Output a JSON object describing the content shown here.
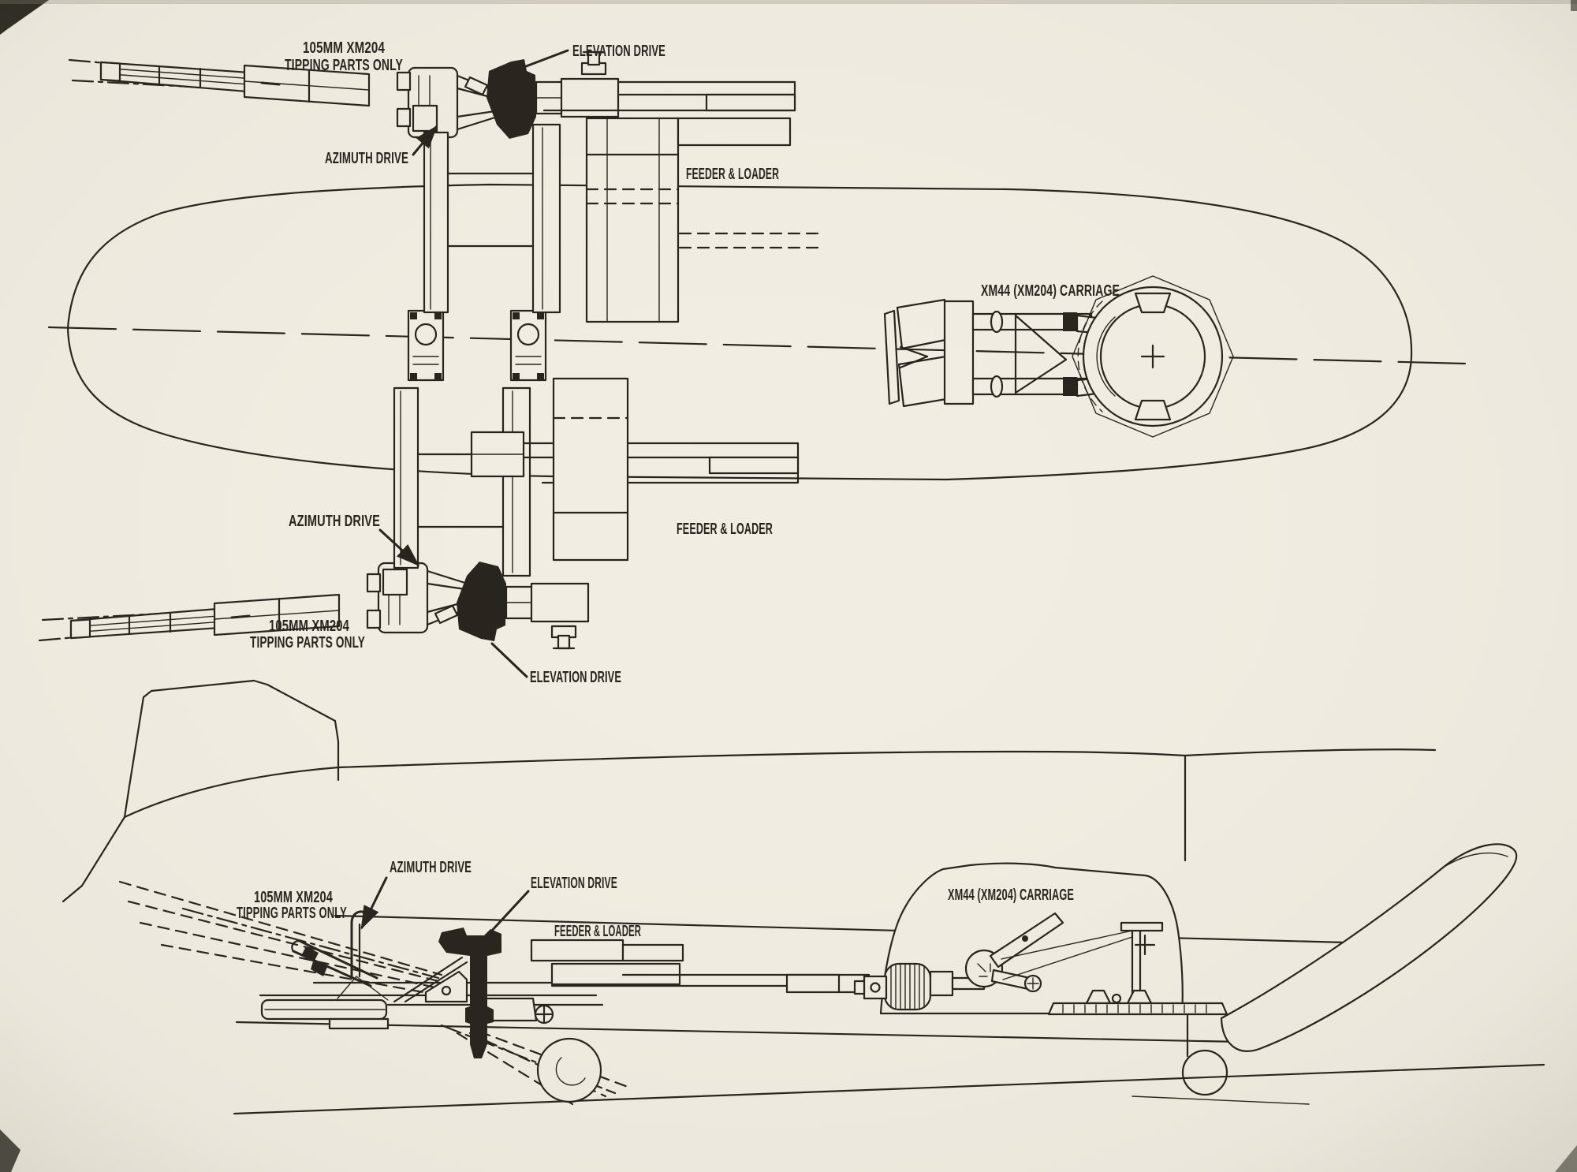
{
  "colors": {
    "paper": "#f1ede2",
    "ink": "#26221b"
  },
  "labels": {
    "plan_top_gun": {
      "tipping_line1": "105MM XM204",
      "tipping_line2": "TIPPING PARTS ONLY",
      "elevation_drive": "ELEVATION DRIVE",
      "azimuth_drive": "AZIMUTH DRIVE",
      "feeder_loader": "FEEDER & LOADER"
    },
    "plan_carriage": {
      "title": "XM44 (XM204) CARRIAGE"
    },
    "plan_bottom_gun": {
      "azimuth_drive": "AZIMUTH DRIVE",
      "feeder_loader": "FEEDER & LOADER",
      "tipping_line1": "105MM XM204",
      "tipping_line2": "TIPPING PARTS ONLY",
      "elevation_drive": "ELEVATION DRIVE"
    },
    "side_view": {
      "azimuth_drive": "AZIMUTH DRIVE",
      "tipping_line1": "105MM XM204",
      "tipping_line2": "TIPPING PARTS ONLY",
      "elevation_drive": "ELEVATION DRIVE",
      "feeder_loader": "FEEDER & LOADER",
      "carriage": "XM44 (XM204) CARRIAGE"
    }
  }
}
